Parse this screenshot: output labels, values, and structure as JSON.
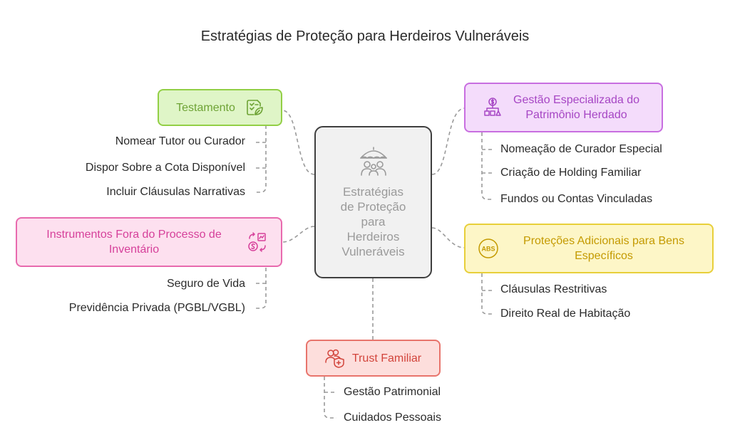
{
  "title": "Estratégias de Proteção para Herdeiros Vulneráveis",
  "center": {
    "lines": [
      "Estratégias",
      "de Proteção",
      "para",
      "Herdeiros",
      "Vulneráveis"
    ],
    "icon": "umbrella-family-icon"
  },
  "colors": {
    "green": "#92cf45",
    "purple": "#c86ee0",
    "pink": "#e86aae",
    "yellow": "#e8cf3a",
    "red": "#e8746c",
    "center_border": "#3f3f3f"
  },
  "branches": {
    "testamento": {
      "label": "Testamento",
      "icon": "document-leaf-icon",
      "items": [
        "Nomear Tutor ou Curador",
        "Dispor Sobre a Cota Disponível",
        "Incluir Cláusulas Narrativas"
      ]
    },
    "gestao": {
      "label": "Gestão Especializada do Patrimônio Herdado",
      "icon": "hierarchy-money-icon",
      "items": [
        "Nomeação de Curador Especial",
        "Criação de Holding Familiar",
        "Fundos ou Contas Vinculadas"
      ]
    },
    "instrumentos": {
      "label": "Instrumentos Fora do Processo de Inventário",
      "icon": "money-exchange-icon",
      "items": [
        "Seguro de Vida",
        "Previdência Privada (PGBL/VGBL)"
      ]
    },
    "protecoes": {
      "label": "Proteções Adicionais para Bens Específicos",
      "icon": "abs-badge-icon",
      "items": [
        "Cláusulas Restritivas",
        "Direito Real de Habitação"
      ]
    },
    "trust": {
      "label": "Trust Familiar",
      "icon": "people-shield-icon",
      "items": [
        "Gestão Patrimonial",
        "Cuidados Pessoais"
      ]
    }
  }
}
